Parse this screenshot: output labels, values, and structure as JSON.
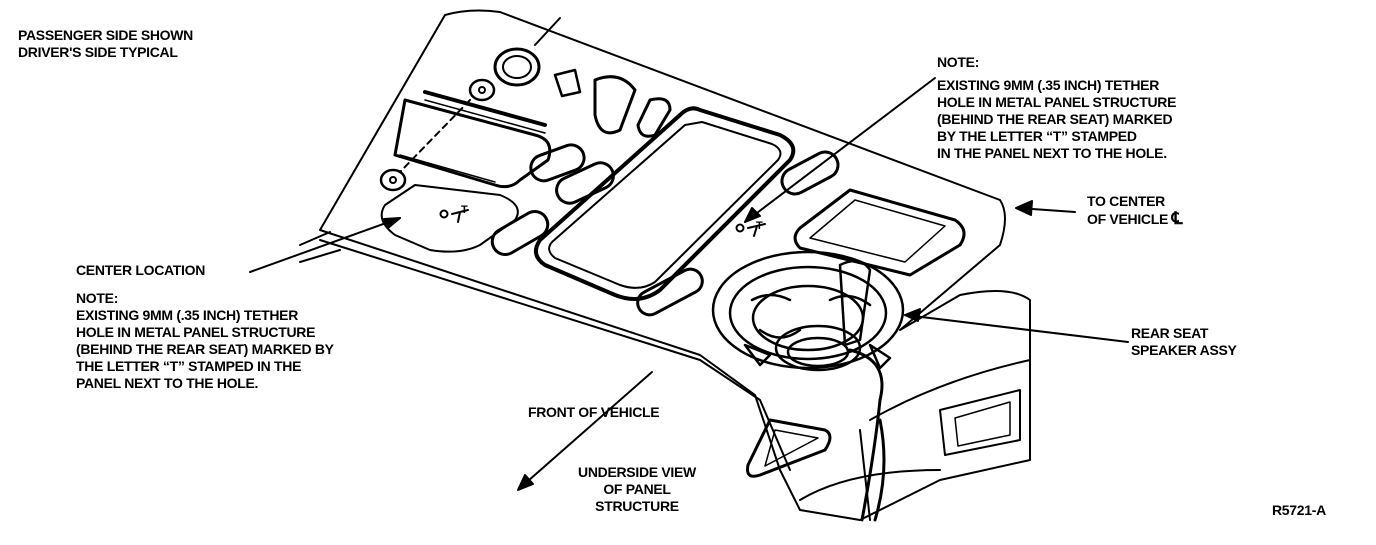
{
  "header": {
    "line1": "PASSENGER SIDE SHOWN",
    "line2": "DRIVER'S SIDE TYPICAL"
  },
  "note_right": {
    "title": "NOTE:",
    "lines": [
      "EXISTING 9mm (.35 INCH) TETHER",
      "HOLE IN METAL PANEL STRUCTURE",
      "(BEHIND THE REAR SEAT) MARKED",
      "BY THE LETTER “T” STAMPED",
      "IN THE PANEL NEXT TO THE HOLE."
    ]
  },
  "note_left": {
    "title": "NOTE:",
    "lines": [
      "EXISTING 9mm (.35 INCH) TETHER",
      "HOLE IN METAL PANEL STRUCTURE",
      "(BEHIND THE REAR SEAT) MARKED BY",
      "THE LETTER “T” STAMPED IN THE",
      "PANEL NEXT TO THE HOLE."
    ]
  },
  "labels": {
    "center_location": "CENTER LOCATION",
    "to_center_line1": "TO CENTER",
    "to_center_line2": "OF VEHICLE",
    "centerline_symbol": "℄",
    "rear_seat_line1": "REAR SEAT",
    "rear_seat_line2": "SPEAKER ASSY",
    "front_of_vehicle": "FRONT OF VEHICLE",
    "underside_line1": "UNDERSIDE VIEW",
    "underside_line2": "OF PANEL",
    "underside_line3": "STRUCTURE",
    "figure_id": "R5721-A",
    "stamp_letter": "T"
  }
}
